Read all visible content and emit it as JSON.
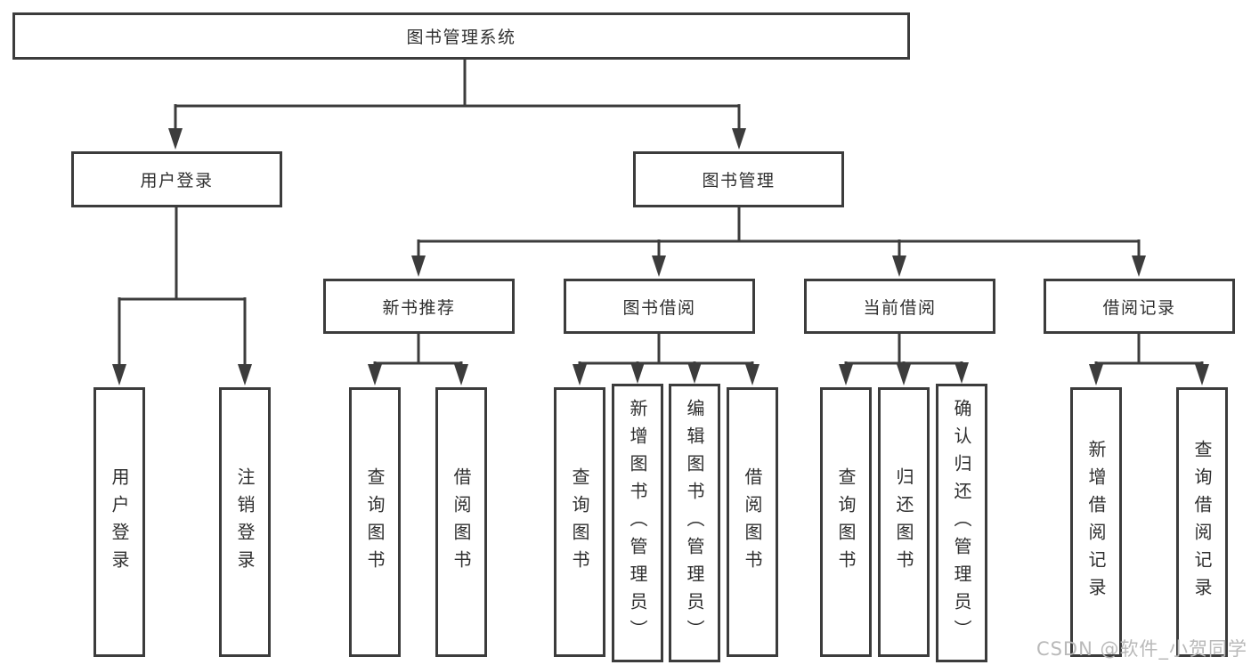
{
  "diagram": {
    "root": {
      "label": "图书管理系统"
    },
    "branches": [
      {
        "label": "用户登录",
        "children": [
          {
            "label": "用户登录"
          },
          {
            "label": "注销登录"
          }
        ]
      },
      {
        "label": "图书管理",
        "children": [
          {
            "label": "新书推荐",
            "children": [
              {
                "label": "查询图书"
              },
              {
                "label": "借阅图书"
              }
            ]
          },
          {
            "label": "图书借阅",
            "children": [
              {
                "label": "查询图书"
              },
              {
                "label": "新增图书（管理员）"
              },
              {
                "label": "编辑图书（管理员）"
              },
              {
                "label": "借阅图书"
              }
            ]
          },
          {
            "label": "当前借阅",
            "children": [
              {
                "label": "查询图书"
              },
              {
                "label": "归还图书"
              },
              {
                "label": "确认归还（管理员）"
              }
            ]
          },
          {
            "label": "借阅记录",
            "children": [
              {
                "label": "新增借阅记录"
              },
              {
                "label": "查询借阅记录"
              }
            ]
          }
        ]
      }
    ]
  },
  "watermark": {
    "text": "CSDN @软件_小贺同学"
  },
  "colors": {
    "line": "#3c3c3c",
    "text": "#2f2f2f",
    "watermark": "#b9b9b9",
    "background": "#ffffff"
  }
}
